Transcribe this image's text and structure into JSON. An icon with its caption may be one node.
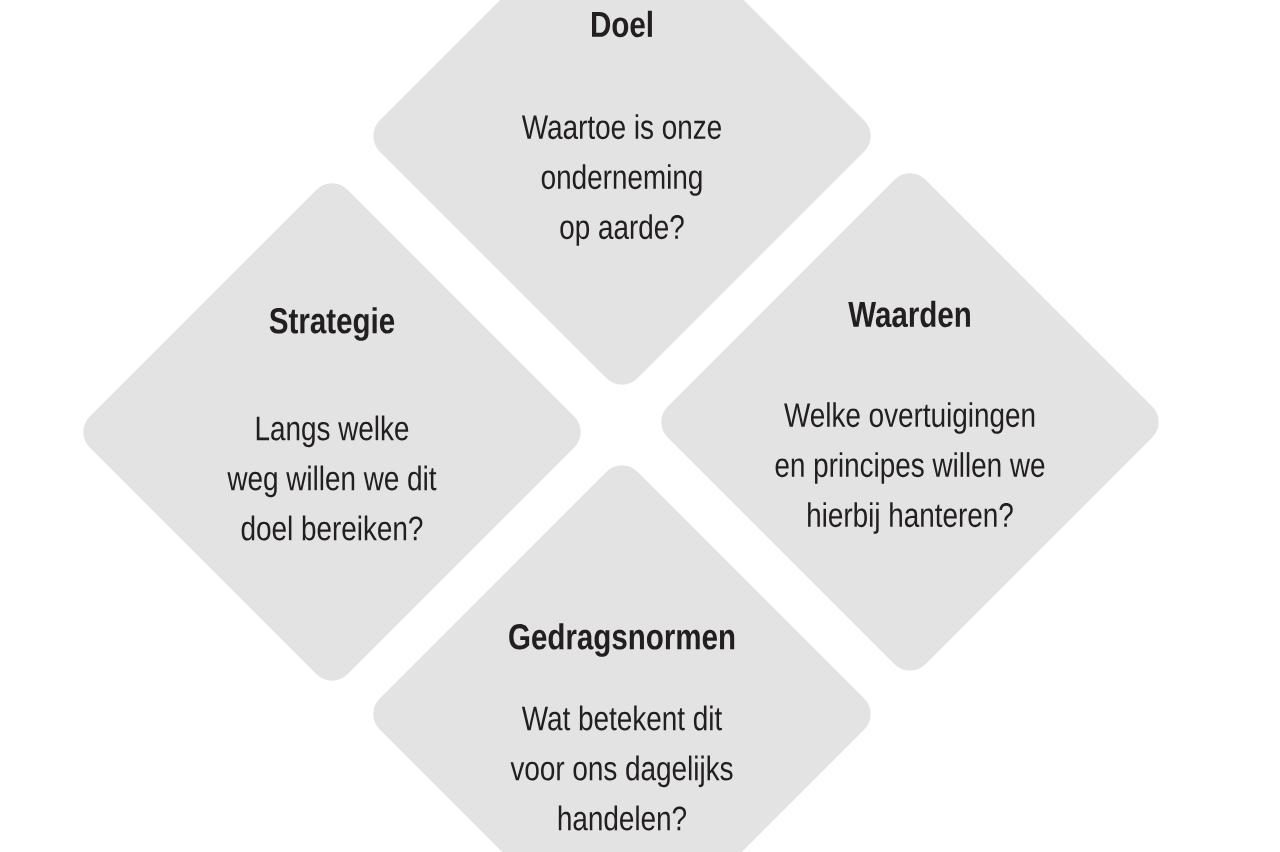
{
  "diagram": {
    "nodes": [
      {
        "text": [
          "Doel",
          "Waartoe is onze onderneming op aarde?"
        ]
      },
      {
        "text": [
          "Strategie",
          "Langs welke weg willen we dit doel bereiken?"
        ]
      },
      {
        "text": [
          "Waarden",
          "Welke overtuigingen en principes willen we hierbij hanteren?"
        ]
      },
      {
        "text": [
          "Gedragsnormen",
          "Wat betekent dit voor ons dagelijks handelen?"
        ]
      }
    ]
  }
}
